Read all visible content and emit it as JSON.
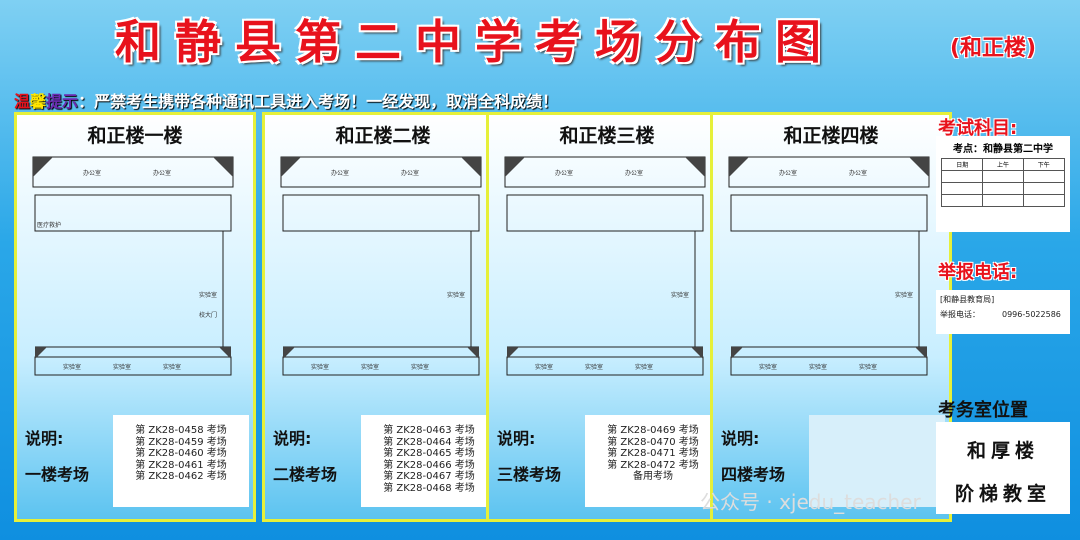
{
  "header": {
    "title": "和静县第二中学考场分布图",
    "subtitle": "(和正楼)"
  },
  "notice": {
    "w1": "温",
    "w2": "馨",
    "w3": "提",
    "w4": "示",
    "text": "：严禁考生携带各种通讯工具进入考场！一经发现，取消全科成绩！"
  },
  "floors": [
    {
      "title": "和正楼一楼",
      "note": "说明:",
      "floor_label": "一楼考场",
      "rooms": [
        "第 ZK28-0458 考场",
        "第 ZK28-0459 考场",
        "第 ZK28-0460 考场",
        "第 ZK28-0461 考场",
        "第 ZK28-0462 考场"
      ]
    },
    {
      "title": "和正楼二楼",
      "note": "说明:",
      "floor_label": "二楼考场",
      "rooms": [
        "第 ZK28-0463 考场",
        "第 ZK28-0464 考场",
        "第 ZK28-0465 考场",
        "第 ZK28-0466 考场",
        "第 ZK28-0467 考场",
        "第 ZK28-0468 考场"
      ]
    },
    {
      "title": "和正楼三楼",
      "note": "说明:",
      "floor_label": "三楼考场",
      "rooms": [
        "第 ZK28-0469 考场",
        "第 ZK28-0470 考场",
        "第 ZK28-0471 考场",
        "第 ZK28-0472 考场",
        "备用考场"
      ]
    },
    {
      "title": "和正楼四楼",
      "note": "说明:",
      "floor_label": "四楼考场",
      "rooms": []
    }
  ],
  "plan_labels": {
    "office": "办公室",
    "lab": "实验室",
    "clinic": "医疗救护",
    "gate": "校大门"
  },
  "sidebar": {
    "subjects_heading": "考试科目:",
    "venue": "考点：和静县第二中学",
    "table_head": [
      "日期",
      "上午",
      "下午"
    ],
    "report_heading": "举报电话:",
    "report_org": "[和静县教育局]",
    "report_label": "举报电话：",
    "report_phone": "0996-5022586",
    "office_heading": "考务室位置",
    "office_line1": "和厚楼",
    "office_line2": "阶梯教室"
  },
  "watermark": "公众号 · xjedu_teacher"
}
